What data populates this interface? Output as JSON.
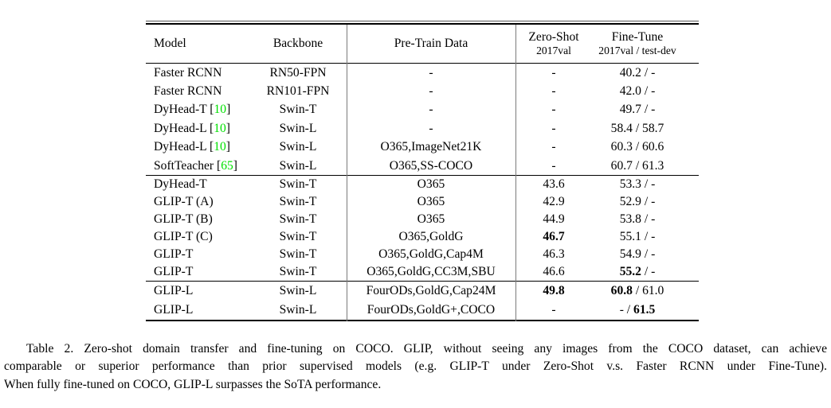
{
  "colors": {
    "citation": "#00E000",
    "text": "#000000",
    "divider": "#7A7A7A"
  },
  "table": {
    "header": {
      "model": "Model",
      "backbone": "Backbone",
      "pretrain": "Pre-Train Data",
      "zeroshot_title": "Zero-Shot",
      "zeroshot_sub": "2017val",
      "finetune_title": "Fine-Tune",
      "finetune_sub": "2017val / test-dev"
    },
    "groups": [
      {
        "rows": [
          {
            "model": "Faster RCNN",
            "backbone": "RN50-FPN",
            "pretrain": "-",
            "zs": "-",
            "zs_bold": false,
            "ft": [
              {
                "t": "40.2 / -",
                "b": false
              }
            ]
          },
          {
            "model": "Faster RCNN",
            "backbone": "RN101-FPN",
            "pretrain": "-",
            "zs": "-",
            "zs_bold": false,
            "ft": [
              {
                "t": "42.0 / -",
                "b": false
              }
            ]
          },
          {
            "model": "DyHead-T",
            "cite": "10",
            "backbone": "Swin-T",
            "pretrain": "-",
            "zs": "-",
            "zs_bold": false,
            "ft": [
              {
                "t": "49.7 / -",
                "b": false
              }
            ]
          },
          {
            "model": "DyHead-L",
            "cite": "10",
            "backbone": "Swin-L",
            "pretrain": "-",
            "zs": "-",
            "zs_bold": false,
            "ft": [
              {
                "t": "58.4 / 58.7",
                "b": false
              }
            ]
          },
          {
            "model": "DyHead-L",
            "cite": "10",
            "backbone": "Swin-L",
            "pretrain": "O365,ImageNet21K",
            "zs": "-",
            "zs_bold": false,
            "ft": [
              {
                "t": "60.3 / 60.6",
                "b": false
              }
            ]
          },
          {
            "model": "SoftTeacher",
            "cite": "65",
            "backbone": "Swin-L",
            "pretrain": "O365,SS-COCO",
            "zs": "-",
            "zs_bold": false,
            "ft": [
              {
                "t": "60.7 / 61.3",
                "b": false
              }
            ]
          }
        ]
      },
      {
        "rows": [
          {
            "model": "DyHead-T",
            "backbone": "Swin-T",
            "pretrain": "O365",
            "zs": "43.6",
            "zs_bold": false,
            "ft": [
              {
                "t": "53.3 / -",
                "b": false
              }
            ]
          },
          {
            "model": "GLIP-T (A)",
            "backbone": "Swin-T",
            "pretrain": "O365",
            "zs": "42.9",
            "zs_bold": false,
            "ft": [
              {
                "t": "52.9 / -",
                "b": false
              }
            ]
          },
          {
            "model": "GLIP-T (B)",
            "backbone": "Swin-T",
            "pretrain": "O365",
            "zs": "44.9",
            "zs_bold": false,
            "ft": [
              {
                "t": "53.8 / -",
                "b": false
              }
            ]
          },
          {
            "model": "GLIP-T (C)",
            "backbone": "Swin-T",
            "pretrain": "O365,GoldG",
            "zs": "46.7",
            "zs_bold": true,
            "ft": [
              {
                "t": "55.1 / -",
                "b": false
              }
            ]
          },
          {
            "model": "GLIP-T",
            "backbone": "Swin-T",
            "pretrain": "O365,GoldG,Cap4M",
            "zs": "46.3",
            "zs_bold": false,
            "ft": [
              {
                "t": "54.9 / -",
                "b": false
              }
            ]
          },
          {
            "model": "GLIP-T",
            "backbone": "Swin-T",
            "pretrain": "O365,GoldG,CC3M,SBU",
            "zs": "46.6",
            "zs_bold": false,
            "ft": [
              {
                "t": "55.2",
                "b": true
              },
              {
                "t": " / -",
                "b": false
              }
            ]
          }
        ]
      },
      {
        "rows": [
          {
            "model": "GLIP-L",
            "backbone": "Swin-L",
            "pretrain": "FourODs,GoldG,Cap24M",
            "zs": "49.8",
            "zs_bold": true,
            "ft": [
              {
                "t": "60.8",
                "b": true
              },
              {
                "t": " / 61.0",
                "b": false
              }
            ]
          },
          {
            "model": "GLIP-L",
            "backbone": "Swin-L",
            "pretrain": "FourODs,GoldG+,COCO",
            "zs": "-",
            "zs_bold": false,
            "ft": [
              {
                "t": "- / ",
                "b": false
              },
              {
                "t": "61.5",
                "b": true
              }
            ]
          }
        ]
      }
    ]
  },
  "caption": {
    "lines": [
      "Table 2. Zero-shot domain transfer and fine-tuning on COCO. GLIP, without seeing any images from the COCO dataset, can achieve",
      "comparable or superior performance than prior supervised models (e.g. GLIP-T under Zero-Shot v.s. Faster RCNN under Fine-Tune).",
      "When fully fine-tuned on COCO, GLIP-L surpasses the SoTA performance."
    ]
  }
}
